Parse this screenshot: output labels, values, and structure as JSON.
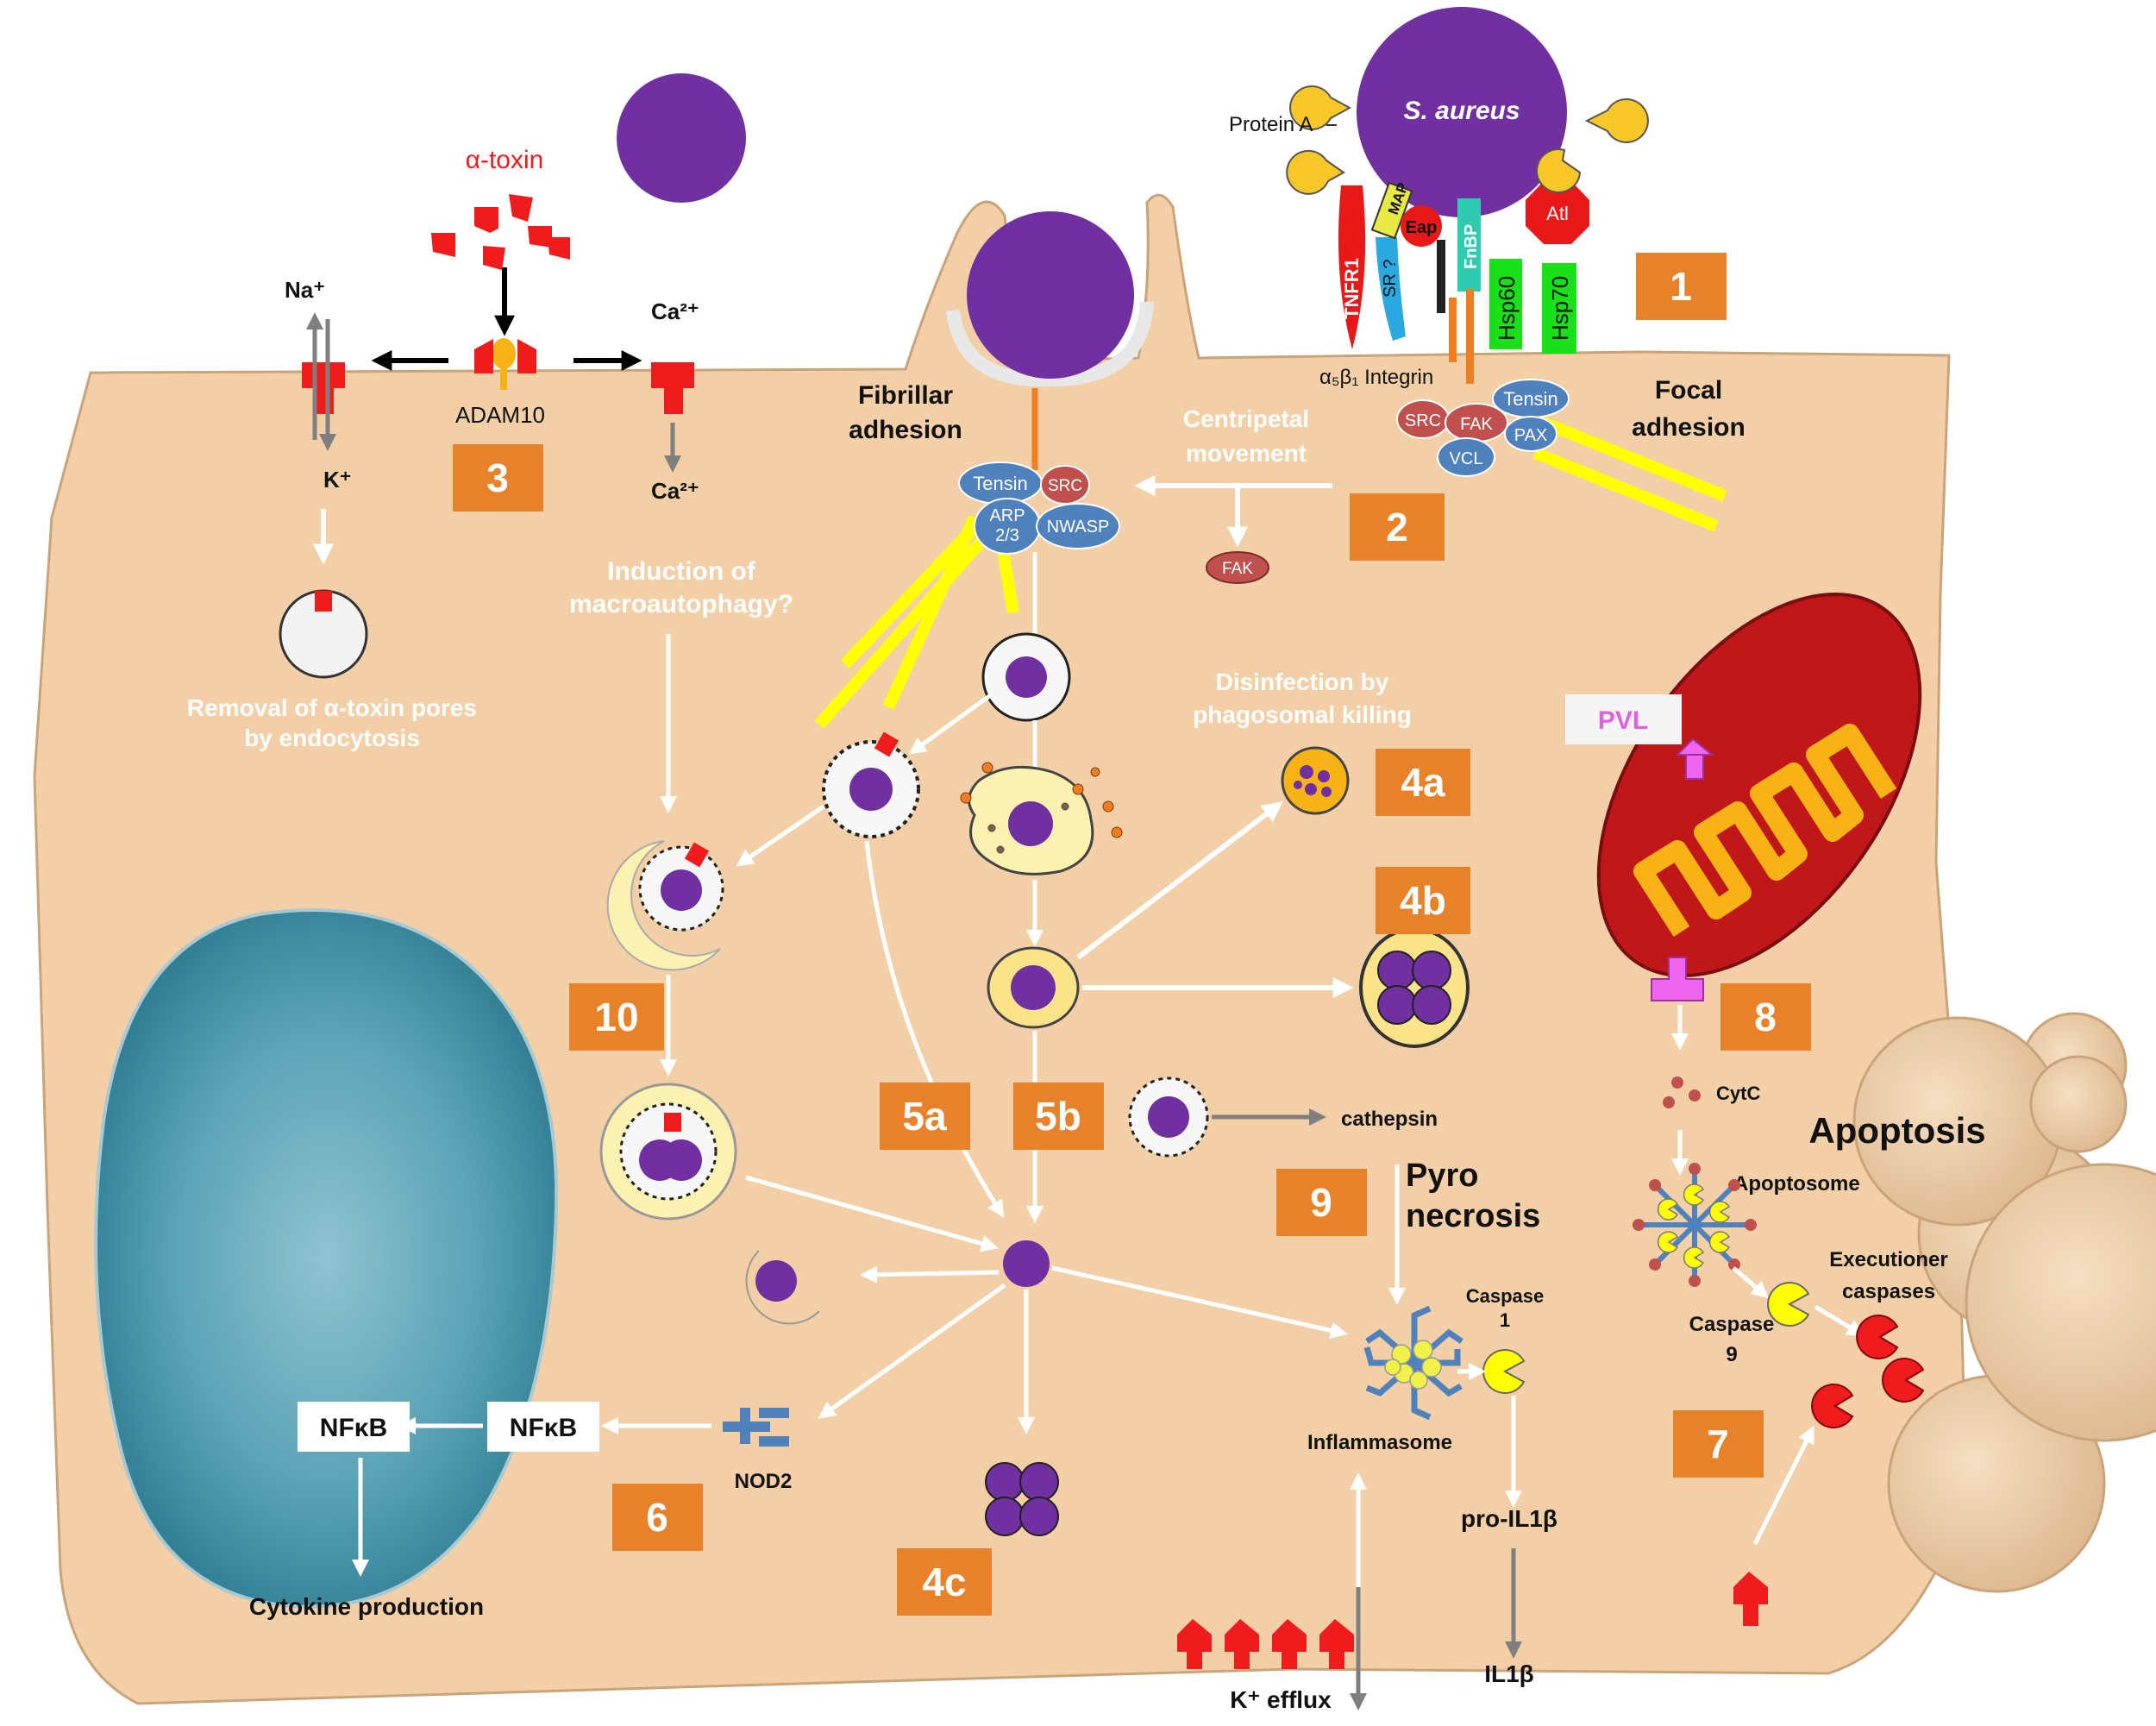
{
  "alpha_toxin": "α-toxin",
  "na": "Na⁺",
  "k": "K⁺",
  "ca_top": "Ca²⁺",
  "ca_bottom": "Ca²⁺",
  "adam10": "ADAM10",
  "removal_line1": "Removal of α-toxin pores",
  "removal_line2": "by endocytosis",
  "protein_a": "Protein A",
  "s_aureus": "S. aureus",
  "tnfr1": "TNFR1",
  "sr": "SR ?",
  "map": "MAP",
  "eap": "Eap",
  "fnbp": "FnBP",
  "hsp60": "Hsp60",
  "hsp70": "Hsp70",
  "atl": "Atl",
  "integrin": "α₅β₁ Integrin",
  "fibrillar_line1": "Fibrillar",
  "fibrillar_line2": "adhesion",
  "focal_line1": "Focal",
  "focal_line2": "adhesion",
  "centripetal_line1": "Centripetal",
  "centripetal_line2": "movement",
  "induction_line1": "Induction of",
  "induction_line2": "macroautophagy?",
  "disinfection_line1": "Disinfection by",
  "disinfection_line2": "phagosomal killing",
  "tensin": "Tensin",
  "src": "SRC",
  "fak": "FAK",
  "pax": "PAX",
  "vcl": "VCL",
  "arp_line1": "ARP",
  "arp_line2": "2/3",
  "nwasp": "NWASP",
  "pvl": "PVL",
  "cytc": "CytC",
  "apoptosome": "Apoptosome",
  "apoptosis": "Apoptosis",
  "executioner_line1": "Executioner",
  "executioner_line2": "caspases",
  "caspase9_line1": "Caspase",
  "caspase9_line2": "9",
  "caspase1_line1": "Caspase",
  "caspase1_line2": "1",
  "pyro_line1": "Pyro",
  "pyro_line2": "necrosis",
  "cathepsin": "cathepsin",
  "inflammasome": "Inflammasome",
  "pro_il1b": "pro-IL1β",
  "il1b": "IL1β",
  "k_efflux": "K⁺ efflux",
  "nfkb": "NFκB",
  "nod2": "NOD2",
  "cytokine": "Cytokine production",
  "step_labels": {
    "s1": "1",
    "s2": "2",
    "s3": "3",
    "s4a": "4a",
    "s4b": "4b",
    "s4c": "4c",
    "s5a": "5a",
    "s5b": "5b",
    "s6": "6",
    "s7": "7",
    "s8": "8",
    "s9": "9",
    "s10": "10"
  },
  "colors": {
    "cytoplasm": "#f2cfa7",
    "bacterium": "#7030a0",
    "step_box": "#e8822a",
    "toxin": "#ee1c1c",
    "adhesion_fiber": "#ffff00",
    "protein_oval": "#4f81bd",
    "arrow_white": "#ffffff",
    "arrow_gray": "#7f7f7f",
    "nucleus": "#3f90a6"
  }
}
